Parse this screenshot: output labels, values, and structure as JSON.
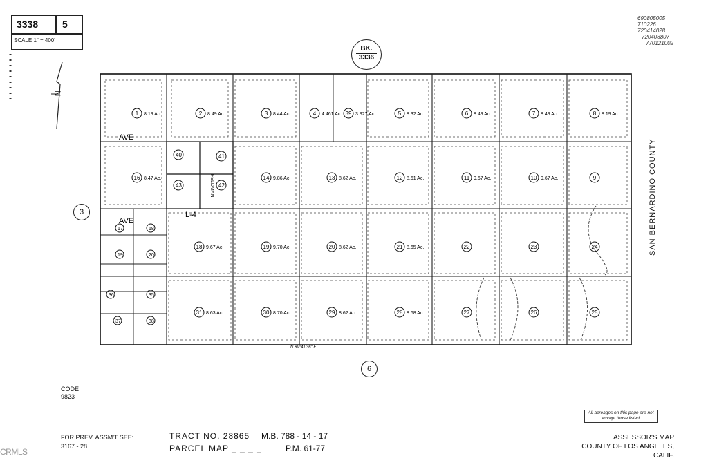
{
  "header": {
    "book": "3338",
    "page": "5",
    "scale_label": "SCALE 1\" = 400'",
    "reference_numbers": [
      "690805005",
      "710226",
      "720414028",
      "720408807",
      "770121002"
    ]
  },
  "book_ref": {
    "prefix": "BK.",
    "number": "3336"
  },
  "north_label": "N",
  "adjacent_pages": {
    "west": "3",
    "south": "6"
  },
  "county_label": "SAN BERNARDINO COUNTY",
  "street_labels": {
    "ave_upper": "AVE",
    "ave_lower": "AVE",
    "feldman": "FELDMAN",
    "block": "L-4"
  },
  "parcels": [
    {
      "circle": "1",
      "acres": "8.19 Ac."
    },
    {
      "circle": "2",
      "acres": "8.49 Ac."
    },
    {
      "circle": "3",
      "acres": "8.44 Ac."
    },
    {
      "circle": "4",
      "acres": "4.461 Ac."
    },
    {
      "circle": "39",
      "acres": "3.927 Ac."
    },
    {
      "circle": "5",
      "acres": "8.32 Ac."
    },
    {
      "circle": "6",
      "acres": "8.49 Ac."
    },
    {
      "circle": "7",
      "acres": "8.49 Ac."
    },
    {
      "circle": "8",
      "acres": "8.19 Ac."
    },
    {
      "circle": "16",
      "acres": "8.47 Ac."
    },
    {
      "circle": "14",
      "acres": "9.86 Ac."
    },
    {
      "circle": "13",
      "acres": "8.62 Ac."
    },
    {
      "circle": "12",
      "acres": "8.61 Ac."
    },
    {
      "circle": "11",
      "acres": "9.67 Ac."
    },
    {
      "circle": "10",
      "acres": "9.67 Ac."
    },
    {
      "circle": "9",
      "acres": ""
    },
    {
      "circle": "18",
      "acres": "9.67 Ac."
    },
    {
      "circle": "19",
      "acres": "9.70 Ac."
    },
    {
      "circle": "20",
      "acres": "8.62 Ac."
    },
    {
      "circle": "21",
      "acres": "8.65 Ac."
    },
    {
      "circle": "22",
      "acres": ""
    },
    {
      "circle": "23",
      "acres": ""
    },
    {
      "circle": "24",
      "acres": ""
    },
    {
      "circle": "31",
      "acres": "8.63 Ac."
    },
    {
      "circle": "30",
      "acres": "8.70 Ac."
    },
    {
      "circle": "29",
      "acres": "8.62 Ac."
    },
    {
      "circle": "28",
      "acres": "8.68 Ac."
    },
    {
      "circle": "27",
      "acres": ""
    },
    {
      "circle": "26",
      "acres": ""
    },
    {
      "circle": "25",
      "acres": ""
    }
  ],
  "footer": {
    "code_label": "CODE",
    "code_value": "9823",
    "prev_line1": "FOR PREV. ASSM'T SEE:",
    "prev_line2": "3167 - 28",
    "tract": "TRACT NO. 28865",
    "mb": "M.B. 788 - 14 - 17",
    "parcel_map": "PARCEL MAP  _  _  _  _",
    "pm": "P.M. 61-77",
    "note": "All acreages on this page are net except those listed",
    "assessor_line1": "ASSESSOR'S MAP",
    "assessor_line2": "COUNTY OF LOS ANGELES, CALIF.",
    "watermark": "CRMLS"
  }
}
